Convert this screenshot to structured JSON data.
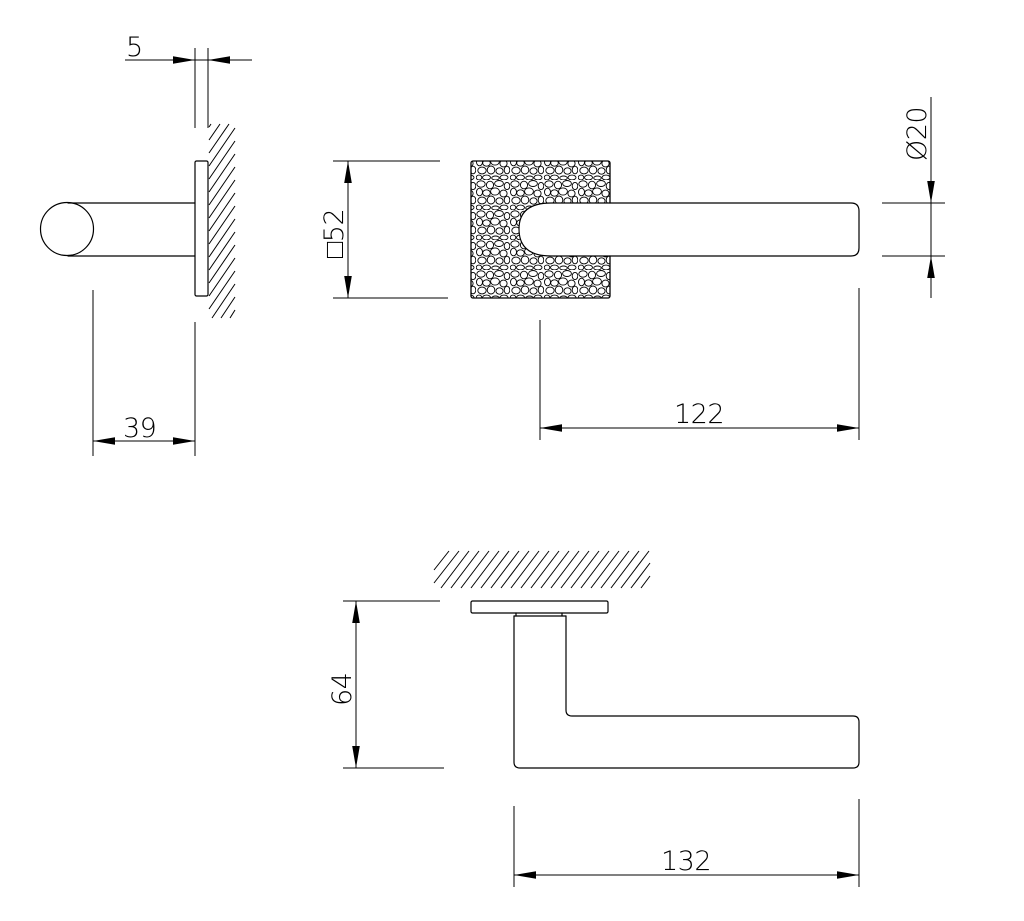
{
  "drawing": {
    "dimensions": {
      "rose_thickness": "5",
      "projection": "39",
      "rose_square": "□52",
      "lever_length_top": "122",
      "lever_diameter": "Ø20",
      "height": "64",
      "lever_length_bottom": "132"
    }
  },
  "colors": {
    "line": "#000000",
    "background": "#ffffff"
  }
}
